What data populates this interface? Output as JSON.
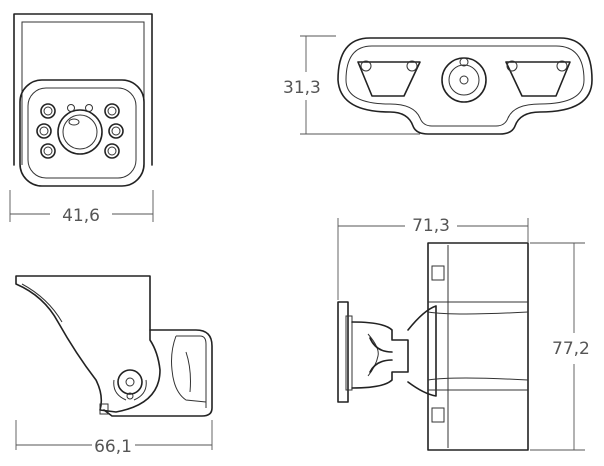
{
  "dimensions": {
    "front_width": "41,6",
    "top_depth": "31,3",
    "side_length": "66,1",
    "back_width": "71,3",
    "back_height": "77,2"
  }
}
